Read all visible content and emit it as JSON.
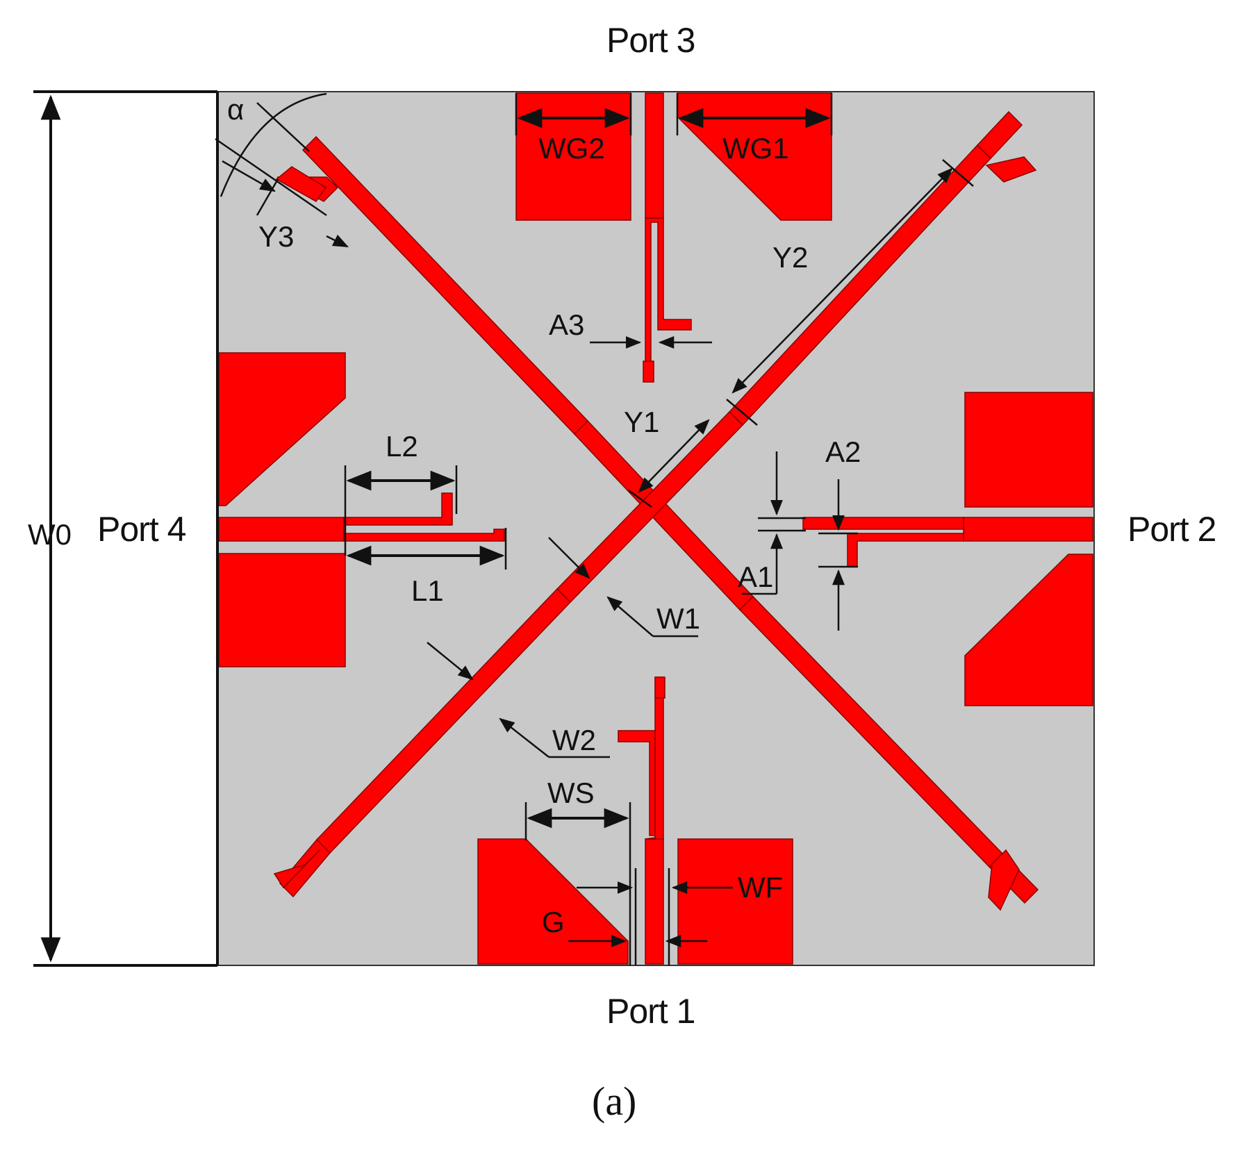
{
  "ports": {
    "port1": "Port 1",
    "port2": "Port 2",
    "port3": "Port 3",
    "port4": "Port 4"
  },
  "dimensions": {
    "w0": "W0",
    "wg1": "WG1",
    "wg2": "WG2",
    "alpha": "α",
    "y1": "Y1",
    "y2": "Y2",
    "y3": "Y3",
    "a1": "A1",
    "a2": "A2",
    "a3": "A3",
    "l1": "L1",
    "l2": "L2",
    "w1": "W1",
    "w2": "W2",
    "ws": "WS",
    "wf": "WF",
    "g": "G"
  },
  "caption": "(a)",
  "colors": {
    "substrate": "#c9c9c9",
    "metal": "#ff0000",
    "outline": "#111111"
  }
}
